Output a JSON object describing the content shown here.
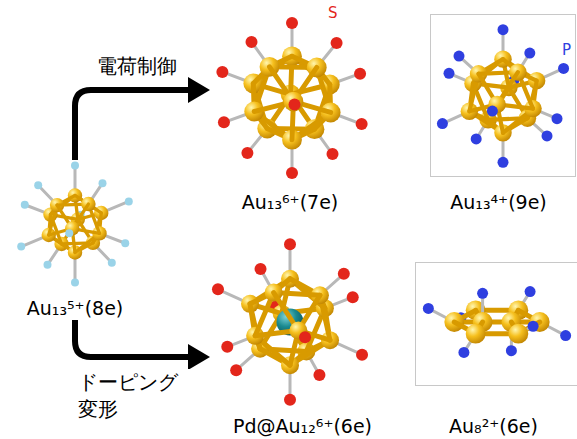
{
  "diagram": {
    "nodes": [
      {
        "text": [
          "Au₁₃⁵⁺(8e)"
        ]
      },
      {
        "text": [
          "Au₁₃⁶⁺(7e)"
        ]
      },
      {
        "text": [
          "Au₁₃⁴⁺(9e)"
        ]
      },
      {
        "text": [
          "Pd@Au₁₂⁶⁺(6e)"
        ]
      },
      {
        "text": [
          "Au₈²⁺(6e)"
        ]
      }
    ],
    "edges": [
      {
        "from": 0,
        "to": 1,
        "arrow": "to",
        "label": "電荷制御"
      },
      {
        "from": 0,
        "to": 3,
        "arrow": "to",
        "label": "ドーピング 変形"
      }
    ],
    "labels": [
      "S",
      "P"
    ]
  }
}
